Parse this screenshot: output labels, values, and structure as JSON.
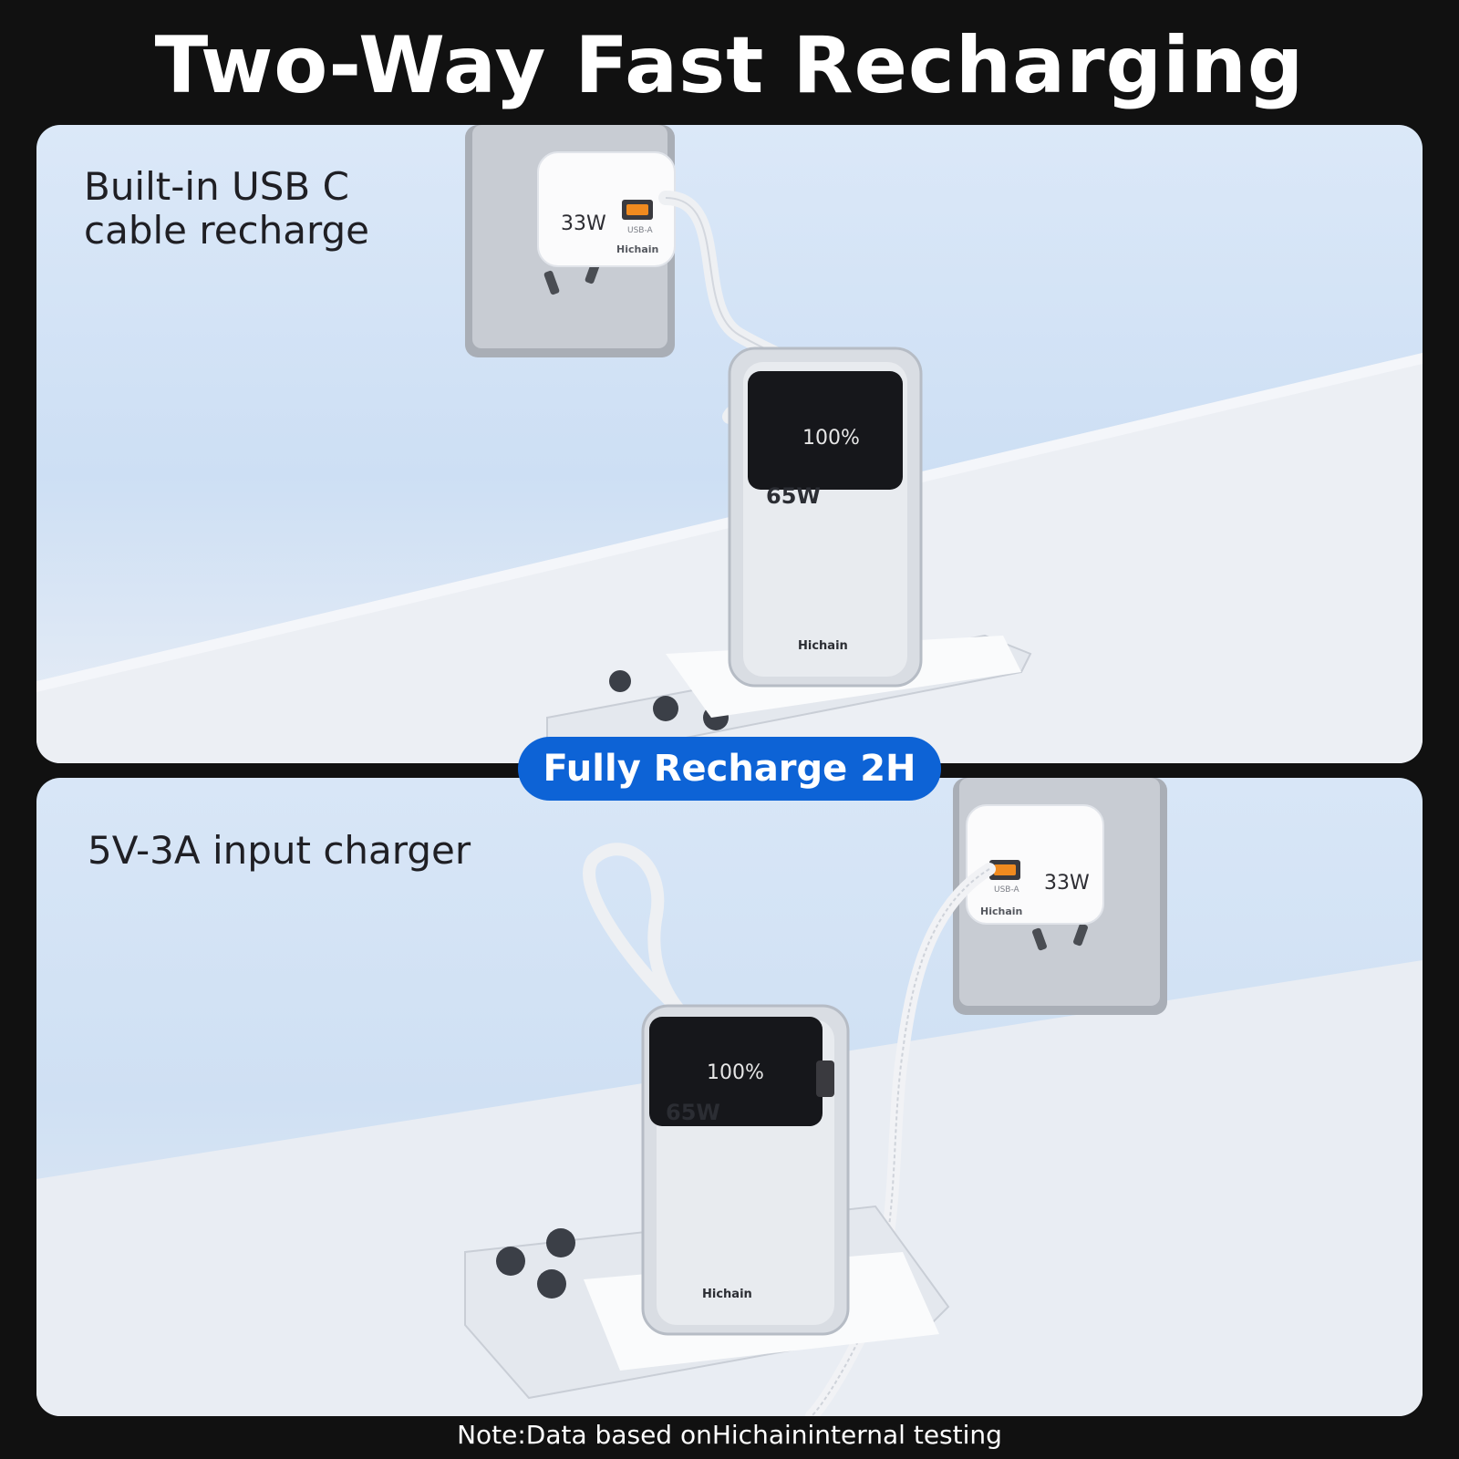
{
  "title": "Two-Way Fast Recharging",
  "panel_top": {
    "caption_line1": "Built-in USB C",
    "caption_line2": "cable recharge",
    "charger": {
      "wattage": "33W",
      "port": "USB-A",
      "brand": "Hichain"
    },
    "power_bank": {
      "display": "100%",
      "wattage": "65W",
      "brand": "Hichain"
    }
  },
  "badge": "Fully Recharge 2H",
  "panel_bottom": {
    "caption": "5V-3A input charger",
    "charger": {
      "wattage": "33W",
      "port": "USB-A",
      "brand": "Hichain"
    },
    "power_bank": {
      "display": "100%",
      "wattage": "65W",
      "brand": "Hichain"
    }
  },
  "note": "Note:Data based onHichaininternal testing",
  "colors": {
    "background": "#111111",
    "badge": "#0d63d6",
    "panel_top": "#d6e5f6",
    "panel_bottom": "#d4e3f5"
  }
}
